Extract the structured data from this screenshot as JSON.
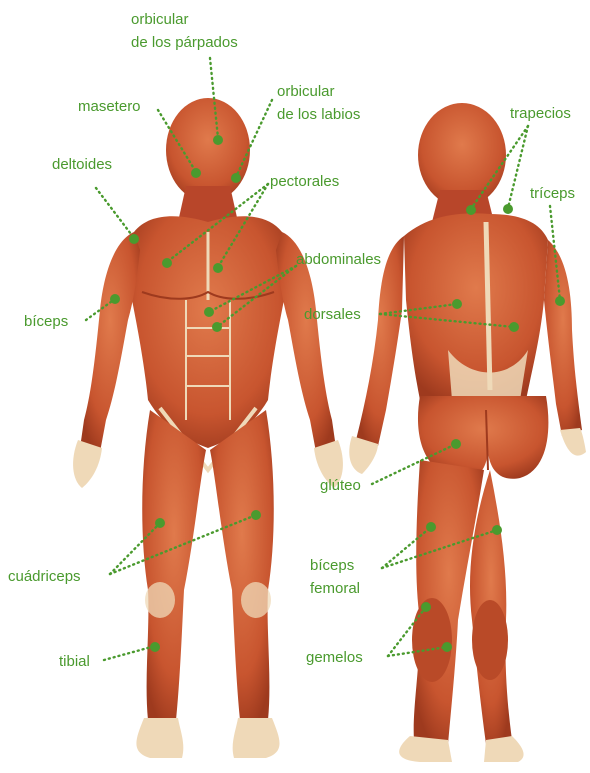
{
  "labels": {
    "orbicular_parpados": [
      "orbicular",
      "de los párpados"
    ],
    "orbicular_labios": [
      "orbicular",
      "de los labios"
    ],
    "masetero": "masetero",
    "deltoides": "deltoides",
    "pectorales": "pectorales",
    "abdominales": "abdominales",
    "biceps": "bíceps",
    "cuadriceps": "cuádriceps",
    "tibial": "tibial",
    "trapecios": "trapecios",
    "triceps": "tríceps",
    "dorsales": "dorsales",
    "gluteo": "glúteo",
    "biceps_femoral": [
      "bíceps",
      "femoral"
    ],
    "gemelos": "gemelos"
  },
  "colors": {
    "label_green": "#4a9a2e",
    "muscle": "#c8552f",
    "muscle_dark": "#9e3a1e",
    "tendon": "#efd9b8"
  }
}
